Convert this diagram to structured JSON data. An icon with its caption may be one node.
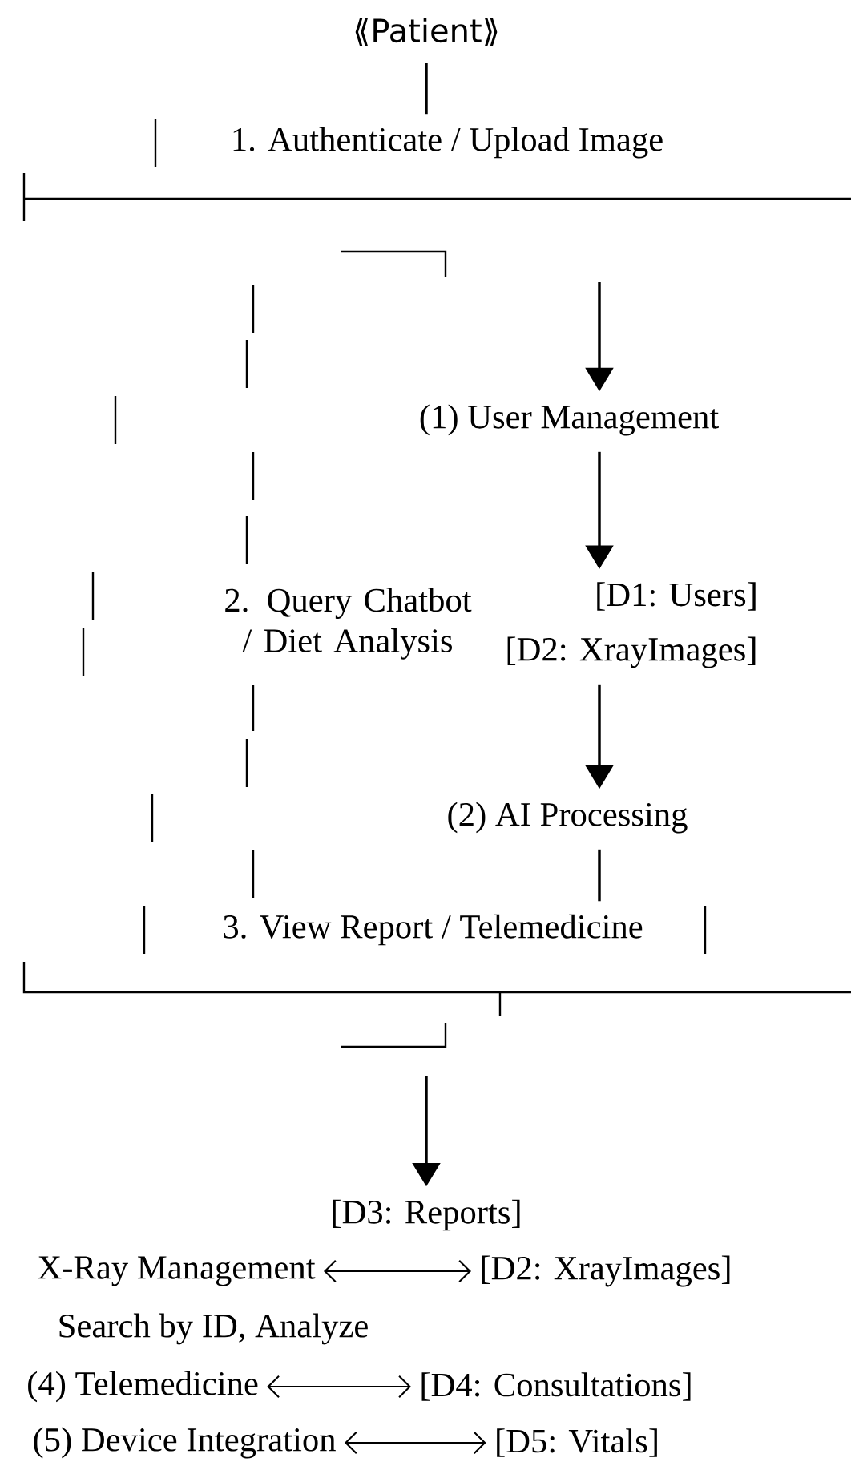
{
  "diagram": {
    "nodes": [
      {
        "text": [
          "⟪Patient⟫"
        ]
      },
      {
        "text": [
          "1. Authenticate / Upload Image"
        ]
      },
      {
        "text": [
          "(1) User Management"
        ]
      },
      {
        "text": [
          "2. Query Chatbot / Diet Analysis"
        ]
      },
      {
        "text": [
          "[D1: Users]"
        ]
      },
      {
        "text": [
          "[D2: XrayImages]"
        ]
      },
      {
        "text": [
          "(2) AI Processing"
        ]
      },
      {
        "text": [
          "3. View Report / Telemedicine"
        ]
      },
      {
        "text": [
          "[D3: Reports]"
        ]
      },
      {
        "text": [
          "X-Ray Management"
        ]
      },
      {
        "text": [
          "[D2: XrayImages]"
        ]
      },
      {
        "text": [
          "(4) Telemedicine"
        ]
      },
      {
        "text": [
          "[D4: Consultations]"
        ]
      },
      {
        "text": [
          "(5) Device Integration"
        ]
      },
      {
        "text": [
          "[D5: Vitals]"
        ]
      }
    ],
    "edges": [
      {
        "from": 0,
        "to": 1,
        "arrow": "none"
      },
      {
        "from": null,
        "to": 2,
        "arrow": "to"
      },
      {
        "from": 2,
        "to": 4,
        "arrow": "to"
      },
      {
        "from": 5,
        "to": 6,
        "arrow": "to"
      },
      {
        "from": 6,
        "to": 7,
        "arrow": "none"
      },
      {
        "from": null,
        "to": 8,
        "arrow": "to"
      },
      {
        "from": 9,
        "to": 10,
        "arrow": "both"
      },
      {
        "from": 11,
        "to": 12,
        "arrow": "both"
      },
      {
        "from": 13,
        "to": 14,
        "arrow": "both"
      }
    ],
    "labels": [
      "Search by ID, Analyze"
    ]
  }
}
